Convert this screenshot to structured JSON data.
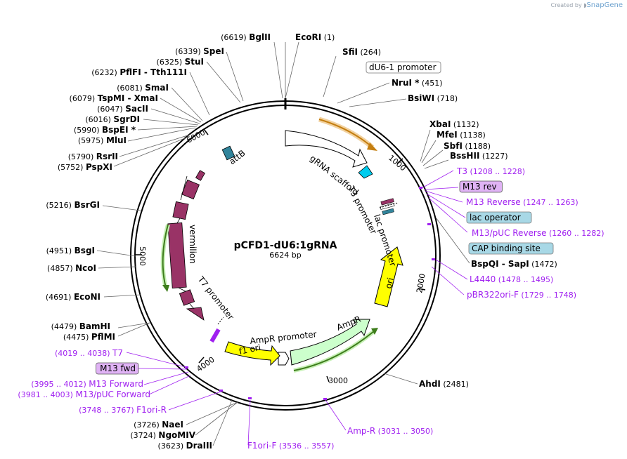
{
  "credit": {
    "prefix": "Created by",
    "brand": "SnapGene"
  },
  "plasmid": {
    "name": "pCFD1-dU6:1gRNA",
    "size": "6624 bp",
    "length": 6624
  },
  "ticks": [
    "1000",
    "2000",
    "3000",
    "4000",
    "5000",
    "6000"
  ],
  "sites": [
    {
      "name": "EcoRI",
      "pos": "(1)"
    },
    {
      "name": "SfiI",
      "pos": "(264)"
    },
    {
      "name": "NruI *",
      "pos": "(451)"
    },
    {
      "name": "BsiWI",
      "pos": "(718)"
    },
    {
      "name": "XbaI",
      "pos": "(1132)"
    },
    {
      "name": "MfeI",
      "pos": "(1138)"
    },
    {
      "name": "SbfI",
      "pos": "(1188)"
    },
    {
      "name": "BssHII",
      "pos": "(1227)"
    },
    {
      "name": "BspQI - SapI",
      "pos": "(1472)"
    },
    {
      "name": "AhdI",
      "pos": "(2481)"
    },
    {
      "name": "DraIII",
      "pos": "(3623)"
    },
    {
      "name": "NgoMIV",
      "pos": "(3724)"
    },
    {
      "name": "NaeI",
      "pos": "(3726)"
    },
    {
      "name": "PflMI",
      "pos": "(4475)"
    },
    {
      "name": "BamHI",
      "pos": "(4479)"
    },
    {
      "name": "EcoNI",
      "pos": "(4691)"
    },
    {
      "name": "NcoI",
      "pos": "(4857)"
    },
    {
      "name": "BsgI",
      "pos": "(4951)"
    },
    {
      "name": "BsrGI",
      "pos": "(5216)"
    },
    {
      "name": "PspXI",
      "pos": "(5752)"
    },
    {
      "name": "RsrII",
      "pos": "(5790)"
    },
    {
      "name": "MluI",
      "pos": "(5975)"
    },
    {
      "name": "BspEI *",
      "pos": "(5990)"
    },
    {
      "name": "SgrDI",
      "pos": "(6016)"
    },
    {
      "name": "SacII",
      "pos": "(6047)"
    },
    {
      "name": "TspMI - XmaI",
      "pos": "(6079)"
    },
    {
      "name": "SmaI",
      "pos": "(6081)"
    },
    {
      "name": "PflFI - Tth111I",
      "pos": "(6232)"
    },
    {
      "name": "StuI",
      "pos": "(6325)"
    },
    {
      "name": "SpeI",
      "pos": "(6339)"
    },
    {
      "name": "BglII",
      "pos": "(6619)"
    }
  ],
  "primers": [
    {
      "name": "T3",
      "range": "(1208 .. 1228)"
    },
    {
      "name": "M13 rev",
      "range": ""
    },
    {
      "name": "M13 Reverse",
      "range": "(1247 .. 1263)"
    },
    {
      "name": "M13/pUC Reverse",
      "range": "(1260 .. 1282)"
    },
    {
      "name": "L4440",
      "range": "(1478 .. 1495)"
    },
    {
      "name": "pBR322ori-F",
      "range": "(1729 .. 1748)"
    },
    {
      "name": "Amp-R",
      "range": "(3031 .. 3050)"
    },
    {
      "name": "F1ori-F",
      "range": "(3536 .. 3557)"
    },
    {
      "name": "F1ori-R",
      "range": "(3748 .. 3767)"
    },
    {
      "name": "M13/pUC Forward",
      "range": "(3981 .. 4003)"
    },
    {
      "name": "M13 Forward",
      "range": "(3995 .. 4012)"
    },
    {
      "name": "M13 fwd",
      "range": ""
    },
    {
      "name": "T7",
      "range": "(4019 .. 4038)"
    }
  ],
  "boxed_features": [
    {
      "name": "dU6-1 promoter"
    },
    {
      "name": "lac operator"
    },
    {
      "name": "CAP binding site"
    }
  ],
  "features": [
    {
      "name": "gRNA scaffold",
      "color": "#ffffff"
    },
    {
      "name": "T3 promoter",
      "color": "#ffffff"
    },
    {
      "name": "lac promoter",
      "color": "#ffffff"
    },
    {
      "name": "ori",
      "color": "#ffff00"
    },
    {
      "name": "AmpR",
      "color": "#ccffcc"
    },
    {
      "name": "AmpR promoter",
      "color": "#ffffff"
    },
    {
      "name": "f1 ori",
      "color": "#ffff00"
    },
    {
      "name": "T7 promoter",
      "color": "#ffffff"
    },
    {
      "name": "vermilion",
      "color": "#993366"
    },
    {
      "name": "attB",
      "color": "#31849b"
    }
  ],
  "colors": {
    "site_text": "#000000",
    "primer_text": "#a020f0",
    "primer_box": "#e0b3f5",
    "feature_box": "#a8d8e6",
    "exon": "#993366",
    "attb": "#31849b",
    "ori": "#ffff00",
    "ampr": "#ccffcc",
    "scaffold_orange": "#e0a030",
    "cyan": "#00ccee"
  }
}
